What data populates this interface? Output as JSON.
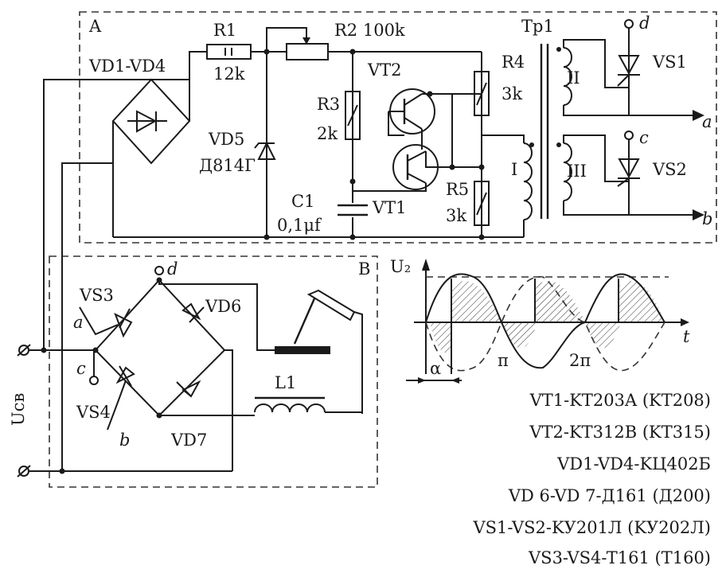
{
  "blocks": {
    "a": "A",
    "b": "B"
  },
  "labels": {
    "r1": "R1",
    "r1_val": "12k",
    "r2": "R2 100k",
    "r3": "R3",
    "r3_val": "2k",
    "r4": "R4",
    "r4_val": "3k",
    "r5": "R5",
    "r5_val": "3k",
    "vd1vd4": "VD1-VD4",
    "vd5": "VD5",
    "vd5_val": "Д814Г",
    "c1": "C1",
    "c1_val": "0,1μf",
    "vt1": "VT1",
    "vt2": "VT2",
    "tp1": "Tp1",
    "w1": "I",
    "w2": "II",
    "w3": "III",
    "vs1": "VS1",
    "vs2": "VS2",
    "vs3": "VS3",
    "vs4": "VS4",
    "vd6": "VD6",
    "vd7": "VD7",
    "l1": "L1",
    "u2": "U₂",
    "t": "t",
    "alpha": "α",
    "pi": "π",
    "two_pi": "2π",
    "ucv": "Uсв",
    "term_a": "a",
    "term_b": "b",
    "term_c": "c",
    "term_d": "d"
  },
  "parts_list": [
    "VT1-KT203A (KT208)",
    "VT2-KT312B (KT315)",
    "VD1-VD4-KЦ402Б",
    "VD 6-VD 7-Д161 (Д200)",
    "VS1-VS2-KУ201Л (KУ202Л)",
    "VS3-VS4-T161 (T160)"
  ]
}
